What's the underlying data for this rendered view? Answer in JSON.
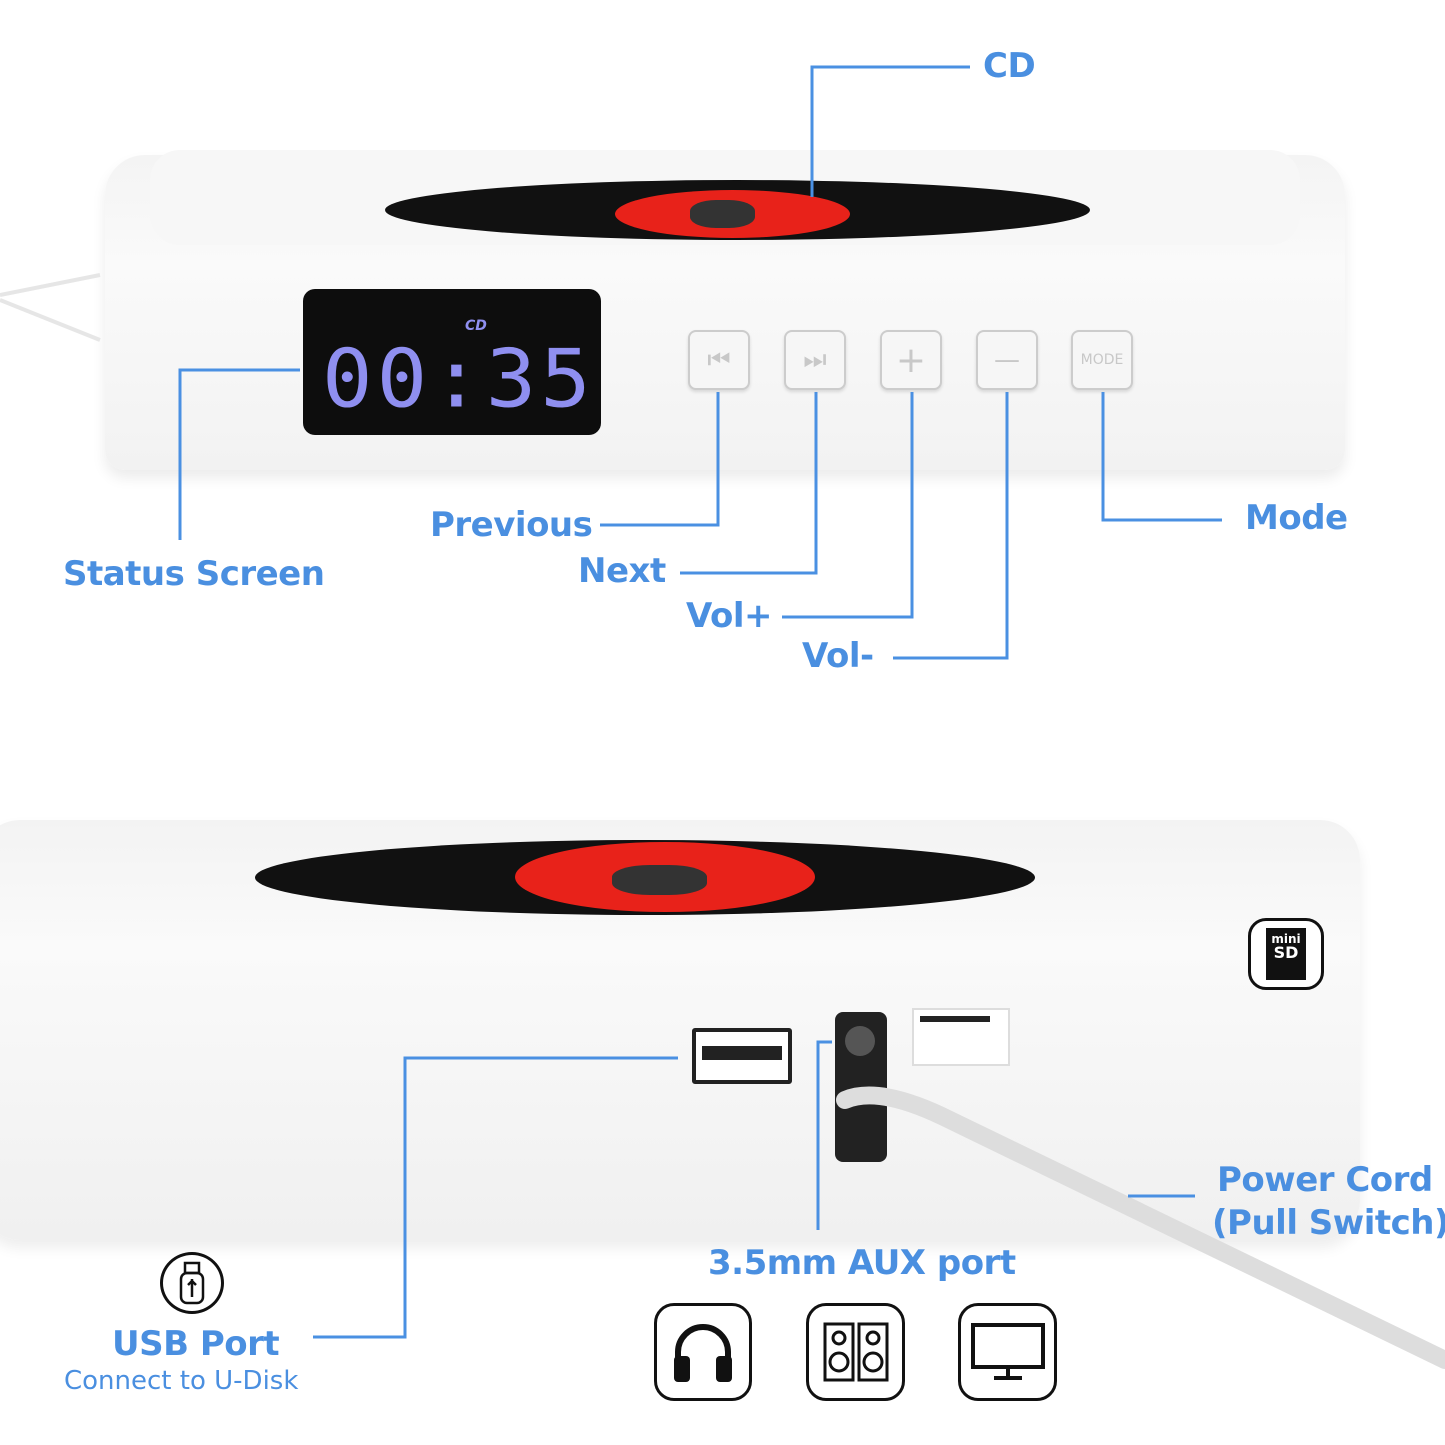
{
  "labels": {
    "cd": "CD",
    "status_screen": "Status Screen",
    "previous": "Previous",
    "next": "Next",
    "vol_plus": "Vol+",
    "vol_minus": "Vol-",
    "mode": "Mode",
    "usb_port": "USB Port",
    "usb_sub": "Connect to U-Disk",
    "aux": "3.5mm AUX port",
    "power_line1": "Power Cord",
    "power_line2": "(Pull Switch)"
  },
  "display": {
    "indicator": "CD",
    "time": "00:35"
  },
  "buttons": [
    {
      "name": "previous",
      "glyph": "⏮"
    },
    {
      "name": "next",
      "glyph": "⏭"
    },
    {
      "name": "vol-plus",
      "glyph": "+"
    },
    {
      "name": "vol-minus",
      "glyph": "—"
    },
    {
      "name": "mode",
      "glyph": "MODE"
    }
  ],
  "sd_badge": {
    "line1": "mini",
    "line2": "SD"
  },
  "colors": {
    "label": "#4a8fe0",
    "disc_label": "#e8221a",
    "display_digits": "#8f8ff0"
  },
  "icons": [
    "usb-icon",
    "headphones-icon",
    "speakers-icon",
    "monitor-icon",
    "mini-sd-icon"
  ]
}
